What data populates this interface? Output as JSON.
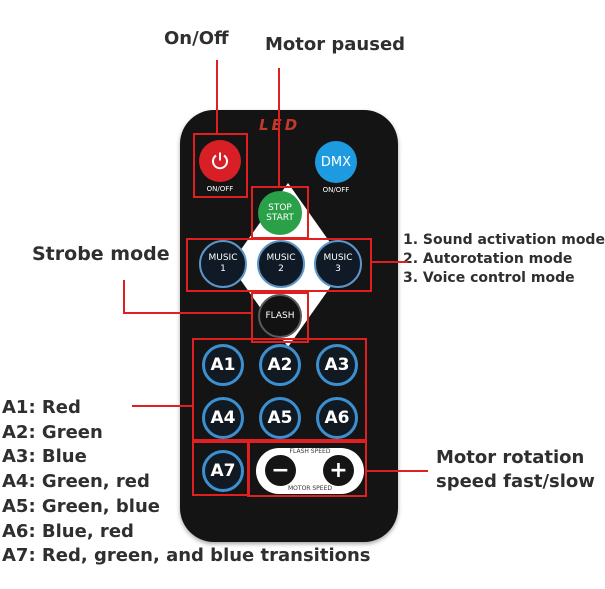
{
  "annotations": {
    "on_off": "On/Off",
    "motor_paused": "Motor paused",
    "strobe_mode": "Strobe mode",
    "music_modes": [
      "1. Sound activation mode",
      "2. Autorotation mode",
      "3. Voice control mode"
    ],
    "motor_rotation": [
      "Motor rotation",
      "speed fast/slow"
    ],
    "color_list": [
      "A1: Red",
      "A2: Green",
      "A3: Blue",
      "A4: Green, red",
      "A5: Green, blue",
      "A6: Blue, red",
      "A7: Red, green, and blue transitions"
    ]
  },
  "remote": {
    "brand": "LED",
    "power_label": "ON/OFF",
    "dmx": "DMX",
    "dmx_label": "ON/OFF",
    "stop": "STOP",
    "start": "START",
    "music": [
      {
        "line1": "MUSIC",
        "line2": "1"
      },
      {
        "line1": "MUSIC",
        "line2": "2"
      },
      {
        "line1": "MUSIC",
        "line2": "3"
      }
    ],
    "flash": "FLASH",
    "a_buttons": [
      "A1",
      "A2",
      "A3",
      "A4",
      "A5",
      "A6",
      "A7"
    ],
    "flash_speed": "FLASH SPEED",
    "motor_speed": "MOTOR SPEED",
    "minus": "−",
    "plus": "+"
  },
  "colors": {
    "highlight": "#e02020",
    "power": "#d81f26",
    "dmx": "#1e9be0",
    "stop_start": "#2aa049",
    "button_ring": "#3c8fd0"
  }
}
